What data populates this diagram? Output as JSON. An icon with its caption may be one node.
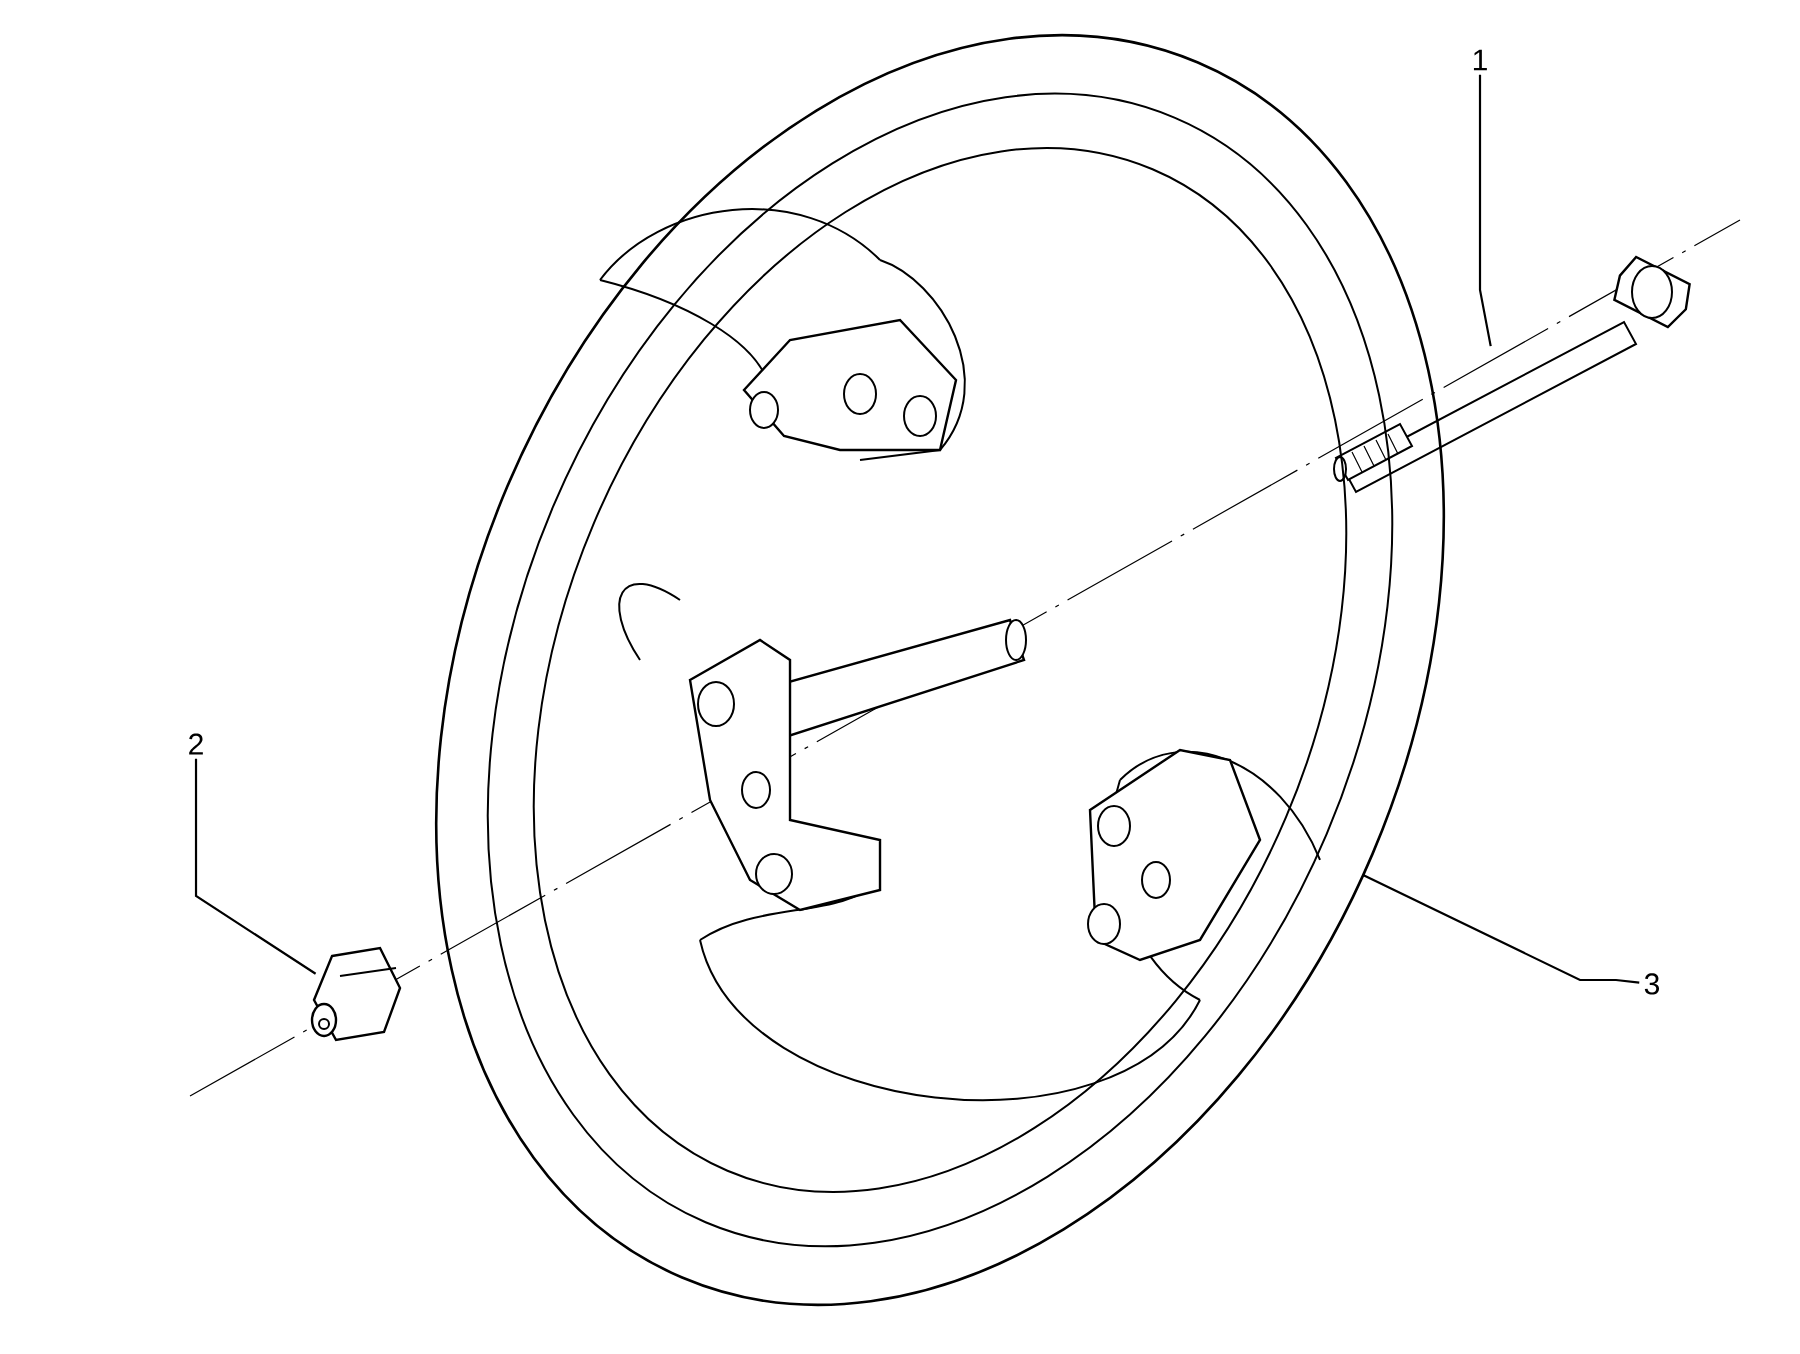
{
  "diagram": {
    "nodes": [
      {
        "text": [
          "1"
        ]
      },
      {
        "text": [],
        "shape": "picture"
      },
      {
        "text": [
          "2"
        ]
      },
      {
        "text": [],
        "shape": "picture"
      },
      {
        "text": [
          "3"
        ]
      },
      {
        "text": [],
        "shape": "picture"
      }
    ],
    "edges": [
      {
        "from": 0,
        "to": 1,
        "arrow": "none"
      },
      {
        "from": 2,
        "to": 3,
        "arrow": "none"
      },
      {
        "from": 4,
        "to": 5,
        "arrow": "none"
      }
    ]
  }
}
